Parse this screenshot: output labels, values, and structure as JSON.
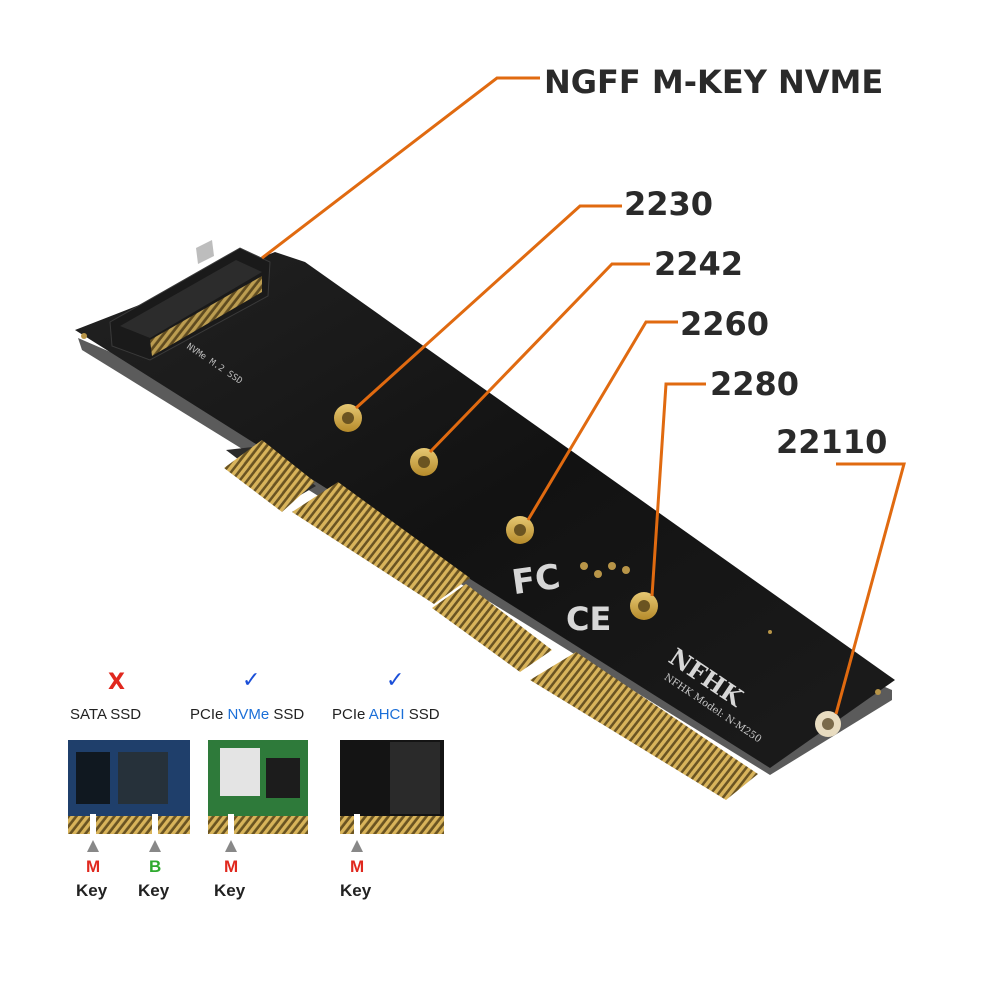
{
  "callouts": {
    "connector": "NGFF M-KEY NVME",
    "s2230": "2230",
    "s2242": "2242",
    "s2260": "2260",
    "s2280": "2280",
    "s22110": "22110"
  },
  "board_markings": {
    "slot_label": "NVMe M.2 SSD",
    "brand": "NFHK",
    "model": "NFHK Model: N-M250",
    "cert_fc": "FC",
    "cert_ce": "CE"
  },
  "compat": {
    "sata": {
      "mark": "X",
      "caption": "SATA SSD",
      "key_m": "M",
      "key_b": "B",
      "key_word": "Key"
    },
    "nvme": {
      "mark": "✓",
      "caption_pre": "PCIe ",
      "caption_hl": "NVMe",
      "caption_post": " SSD",
      "key_m": "M",
      "key_word": "Key"
    },
    "ahci": {
      "mark": "✓",
      "caption_pre": "PCIe ",
      "caption_hl": "AHCI",
      "caption_post": " SSD",
      "key_m": "M",
      "key_word": "Key"
    }
  },
  "colors": {
    "callout_line": "#e06a10",
    "pcb": "#141414",
    "gold": "#c9a13d",
    "mark_x": "#e0281e",
    "mark_check": "#1b4fd8",
    "key_m": "#e0281e",
    "key_b": "#2faa2f",
    "highlight_blue": "#1b6fd8"
  }
}
